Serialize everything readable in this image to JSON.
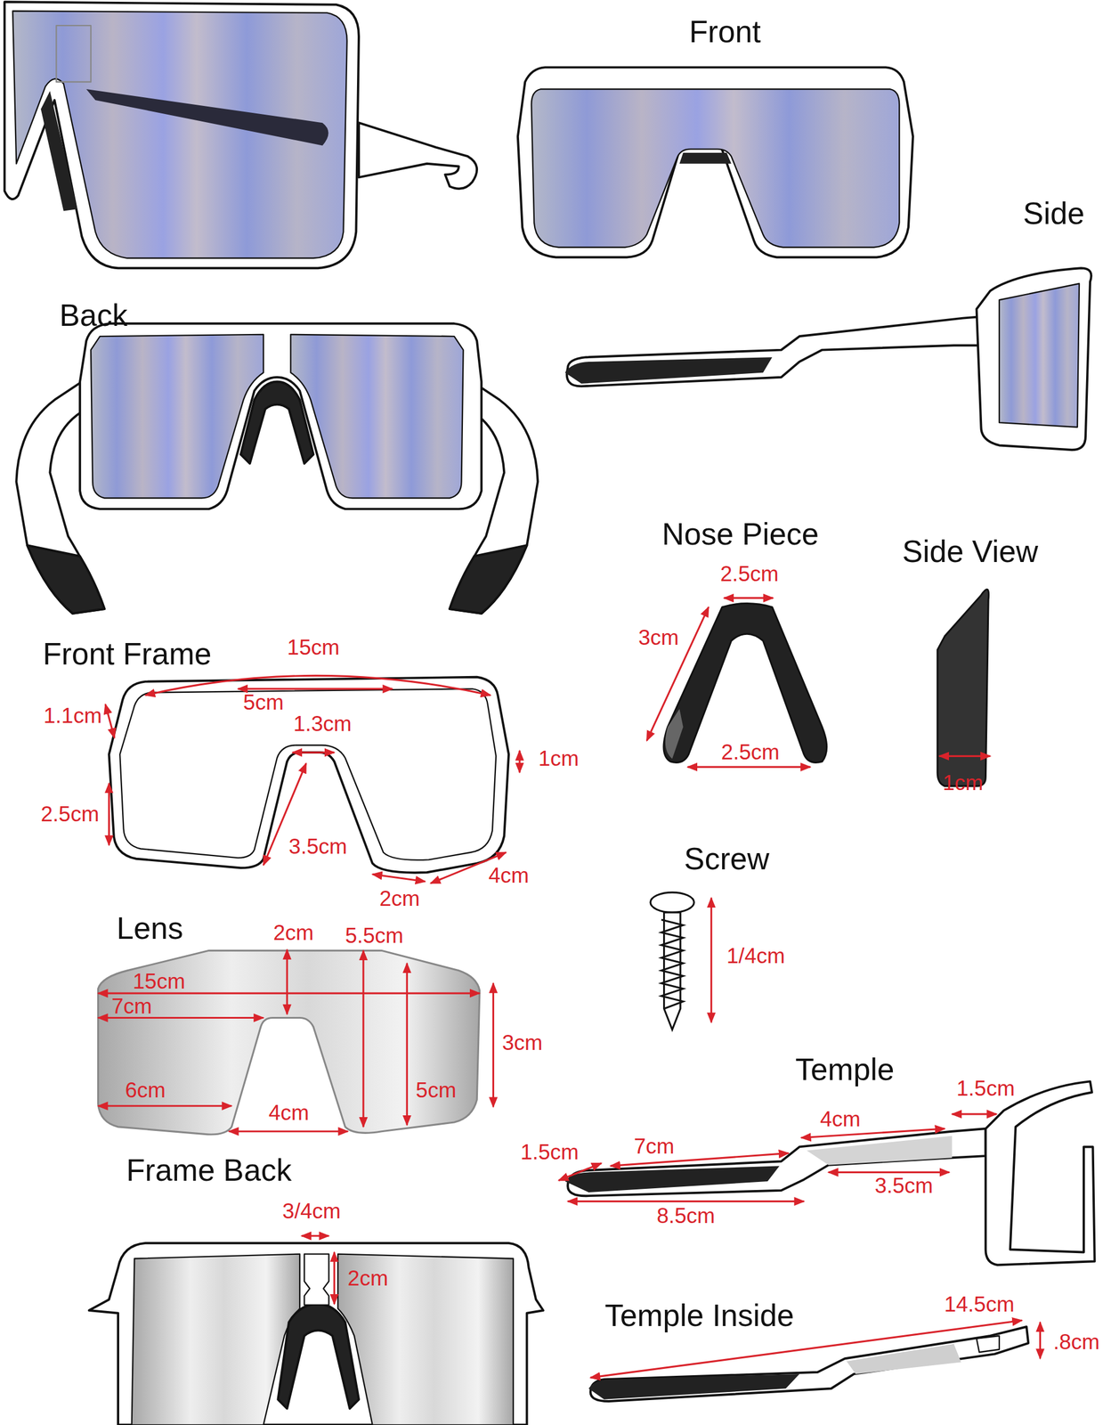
{
  "diagram": {
    "labels": [
      "Front",
      "Side",
      "Back",
      "Nose Piece",
      "2.5cm",
      "Side View",
      "3cm",
      "2.5cm",
      "1cm",
      "Front Frame",
      "15cm",
      "5cm",
      "1.1cm",
      "1.3cm",
      "1cm",
      "2.5cm",
      "3.5cm",
      "4cm",
      "2cm",
      "Screw",
      "1/4cm",
      "Lens",
      "2cm",
      "5.5cm",
      "15cm",
      "7cm",
      "3cm",
      "6cm",
      "5cm",
      "4cm",
      "Temple",
      "1.5cm",
      "4cm",
      "7cm",
      "1.5cm",
      "3.5cm",
      "8.5cm",
      "Frame Back",
      "3/4cm",
      "2cm",
      "Temple Inside",
      "14.5cm",
      ".8cm"
    ]
  }
}
